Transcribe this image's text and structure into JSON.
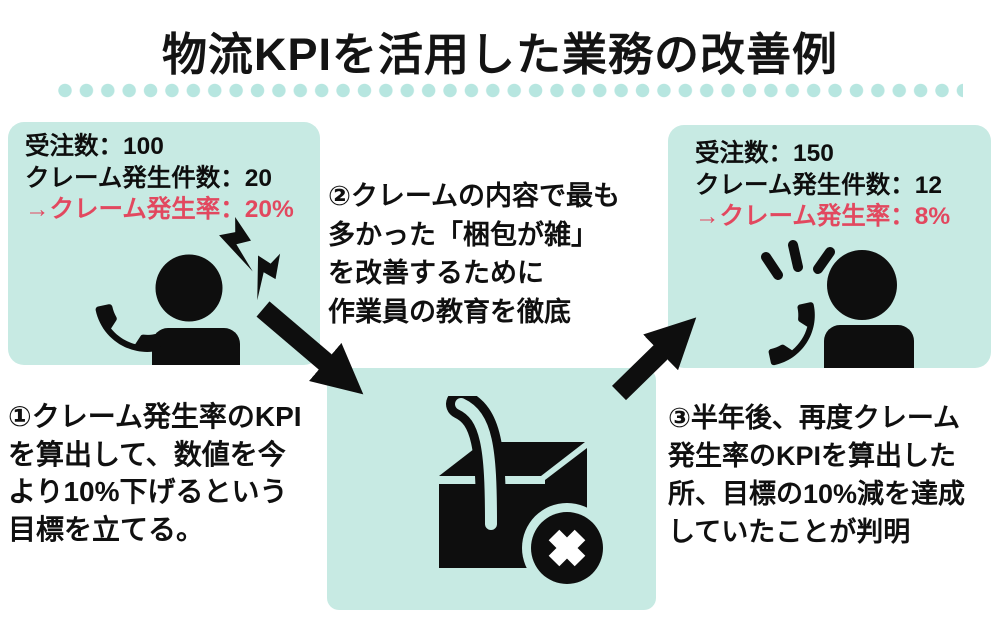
{
  "title": "物流KPIを活用した業務の改善例",
  "colors": {
    "panel": "#c7eae3",
    "dot": "#b7e6e0",
    "red": "#e2485f",
    "ink": "#0e0e0e"
  },
  "panels": {
    "before": {
      "lines": [
        {
          "text": "受注数：100",
          "highlight": false
        },
        {
          "text": "クレーム発生件数：20",
          "highlight": false
        },
        {
          "text": "→クレーム発生率：20%",
          "highlight": true
        }
      ],
      "icon": "angry-caller-icon"
    },
    "action": {
      "icon": "damaged-package-icon"
    },
    "after": {
      "lines": [
        {
          "text": "受注数：150",
          "highlight": false
        },
        {
          "text": "クレーム発生件数：12",
          "highlight": false
        },
        {
          "text": "→クレーム発生率：8%",
          "highlight": true
        }
      ],
      "icon": "ringing-phone-caller-icon"
    }
  },
  "steps": {
    "step1_lines": [
      "①クレーム発生率のKPI",
      "を算出して、数値を今",
      "より10%下げるという",
      "目標を立てる。"
    ],
    "step2_lines": [
      "②クレームの内容で最も",
      "多かった「梱包が雑」",
      "を改善するために",
      "作業員の教育を徹底"
    ],
    "step3_lines": [
      "③半年後、再度クレーム",
      "発生率のKPIを算出した",
      "所、目標の10%減を達成",
      "していたことが判明"
    ]
  }
}
